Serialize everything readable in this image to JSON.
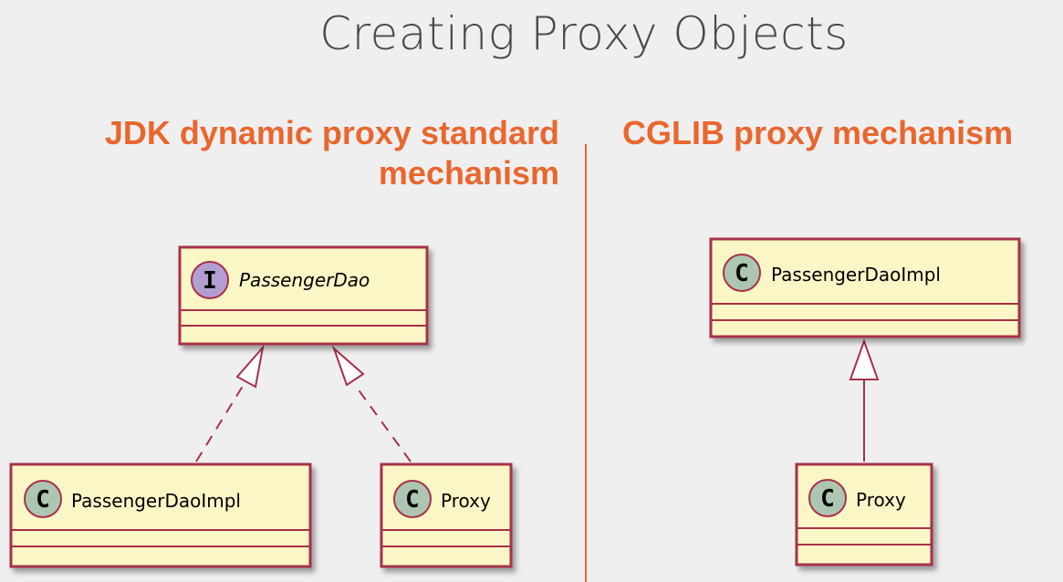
{
  "slide": {
    "title": "Creating Proxy Objects"
  },
  "left_panel": {
    "heading_line1": "JDK dynamic proxy standard",
    "heading_line2": "mechanism",
    "interface": {
      "stereotype_letter": "I",
      "name": "PassengerDao"
    },
    "class_impl": {
      "stereotype_letter": "C",
      "name": "PassengerDaoImpl"
    },
    "class_proxy": {
      "stereotype_letter": "C",
      "name": "Proxy"
    }
  },
  "right_panel": {
    "heading": "CGLIB proxy mechanism",
    "class_impl": {
      "stereotype_letter": "C",
      "name": "PassengerDaoImpl"
    },
    "class_proxy": {
      "stereotype_letter": "C",
      "name": "Proxy"
    }
  },
  "colors": {
    "accent": "#e8672f",
    "uml_fill": "#fbf6c5",
    "uml_border": "#a8304a",
    "class_badge": "#adc6b2",
    "interface_badge": "#b29fd1",
    "background": "#efefef"
  }
}
